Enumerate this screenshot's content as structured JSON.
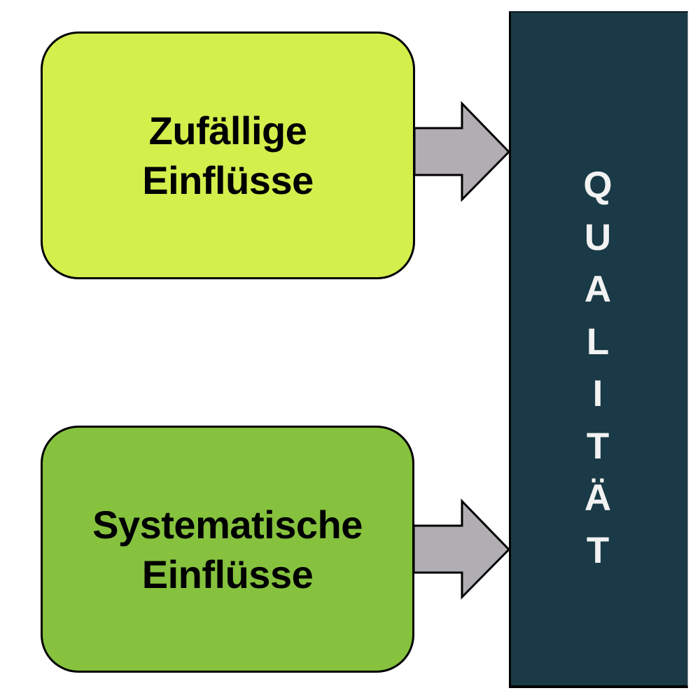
{
  "diagram": {
    "type": "influence-diagram",
    "boxes": [
      {
        "id": "random",
        "lines": [
          "Zufällige",
          "Einflüsse"
        ],
        "fill": "#d2ef4c",
        "border": "#000000"
      },
      {
        "id": "systematic",
        "lines": [
          "Systematische",
          "Einflüsse"
        ],
        "fill": "#86c23e",
        "border": "#000000"
      }
    ],
    "arrows": [
      {
        "from": "random",
        "to": "quality",
        "fill": "#b0adb3"
      },
      {
        "from": "systematic",
        "to": "quality",
        "fill": "#b0adb3"
      }
    ],
    "target": {
      "id": "quality",
      "label": "QUALITÄT",
      "letters": [
        "Q",
        "U",
        "A",
        "L",
        "I",
        "T",
        "Ä",
        "T"
      ],
      "fill": "#193a46",
      "text_color": "#f2f2f2"
    }
  }
}
